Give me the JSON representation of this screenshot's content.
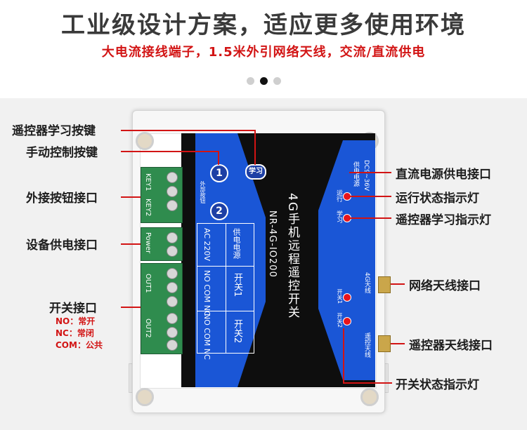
{
  "header": {
    "title": "工业级设计方案，适应更多使用环境",
    "subtitle": "大电流接线端子，1.5米外引网络天线，交流/直流供电",
    "carousel_active_index": 1,
    "carousel_count": 3
  },
  "left_labels": {
    "learn_button": "遥控器学习按键",
    "manual_button": "手动控制按键",
    "ext_button": "外接按钮接口",
    "power_port": "设备供电接口",
    "switch_port": "开关接口",
    "no_note": "NO：常开",
    "nc_note": "NC：常闭",
    "com_note": "COM：公共"
  },
  "right_labels": {
    "dc_power": "直流电源供电接口",
    "run_led": "运行状态指示灯",
    "learn_led": "遥控器学习指示灯",
    "net_antenna": "网络天线接口",
    "remote_antenna": "遥控器天线接口",
    "switch_led": "开关状态指示灯"
  },
  "device": {
    "product_name": "4G手机远程遥控开关",
    "model": "NR-4G-IO200",
    "button_1": "1",
    "button_2": "2",
    "learn_badge": "学习",
    "ext_button_text": "外部按钮",
    "key1": "KEY1",
    "key2": "KEY2",
    "power_terminal": "Power",
    "out1": "OUT1",
    "out2": "OUT2",
    "power_header": "供电电源",
    "power_value": "AC 220V",
    "switch1_header": "开关1",
    "switch2_header": "开关2",
    "no_com_nc_1": "NO COM NC",
    "no_com_nc_2": "NO COM NC",
    "dc_label": "DC9~36V",
    "dc_power_label": "供电电源",
    "run_label": "运行",
    "learn_label": "学习",
    "antenna_4g_label": "4G天线",
    "switch1_led_label": "开关1",
    "switch2_led_label": "开关2",
    "remote_antenna_label": "遥控天线"
  },
  "colors": {
    "accent_red": "#d21414",
    "pcb_blue": "#1a56d6",
    "pcb_black": "#0e0e0e",
    "terminal_green": "#2f8c4e",
    "title_gray": "#3a3a3a"
  }
}
